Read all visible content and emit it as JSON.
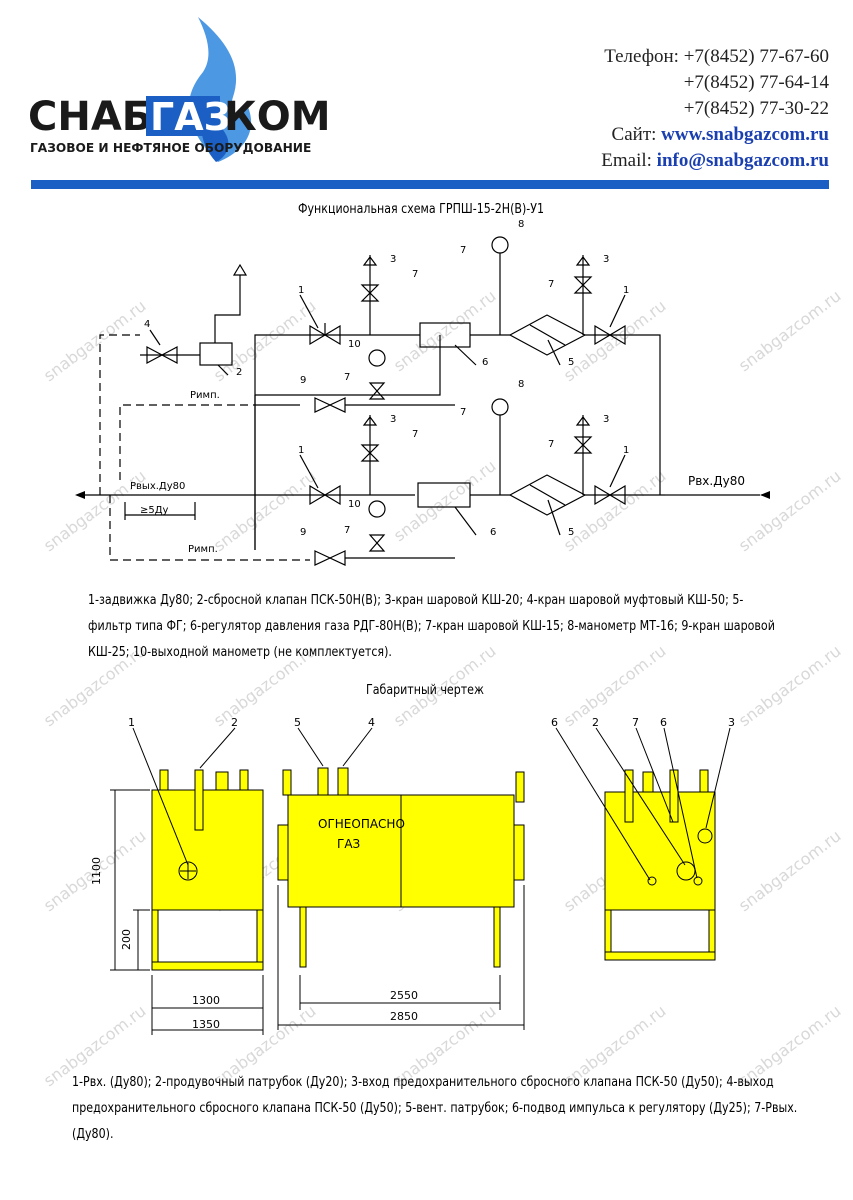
{
  "logo": {
    "part1": "СНАБ",
    "part2": "ГАЗ",
    "part3": "КОМ",
    "tagline": "ГАЗОВОЕ И НЕФТЯНОЕ ОБОРУДОВАНИЕ",
    "colors": {
      "dark": "#1a1a1a",
      "blue": "#1b5fc4",
      "flame": "#3a8de0"
    }
  },
  "contacts": {
    "phone_label": "Телефон:",
    "phones": [
      "+7(8452) 77-67-60",
      "+7(8452) 77-64-14",
      "+7(8452) 77-30-22"
    ],
    "site_label": "Сайт:",
    "site": "www.snabgazcom.ru",
    "email_label": "Email:",
    "email": "info@snabgazcom.ru"
  },
  "scheme": {
    "title": "Функциональная схема ГРПШ-15-2Н(В)-У1",
    "labels": {
      "p_imp": "Римп.",
      "p_out": "Рвых.Ду80",
      "p_in": "Рвх.Ду80",
      "dist": "≥5Ду"
    },
    "legend": "1-задвижка Ду80; 2-сбросной клапан ПСК-50Н(В); 3-кран шаровой КШ-20; 4-кран шаровой муфтовый КШ-50; 5-фильтр типа ФГ; 6-регулятор давления газа РДГ-80Н(В); 7-кран шаровой КШ-15; 8-манометр МТ-16; 9-кран шаровой КШ-25; 10-выходной манометр (не комплектуется)."
  },
  "drawing": {
    "title": "Габаритный чертеж",
    "door_text_1": "ОГНЕОПАСНО",
    "door_text_2": "ГАЗ",
    "dims": {
      "height": "1100",
      "leg": "200",
      "w1": "1300",
      "w2": "1350",
      "l1": "2550",
      "l2": "2850"
    },
    "legend": "1-Рвх. (Ду80); 2-продувочный патрубок (Ду20); 3-вход предохранительного сбросного клапана ПСК-50 (Ду50); 4-выход предохранительного сбросного клапана ПСК-50 (Ду50); 5-вент. патрубок; 6-подвод импульса к регулятору (Ду25); 7-Рвых.(Ду80).",
    "colors": {
      "cabinet": "#ffff00",
      "line": "#000000"
    }
  },
  "watermark": "snabgazcom.ru"
}
